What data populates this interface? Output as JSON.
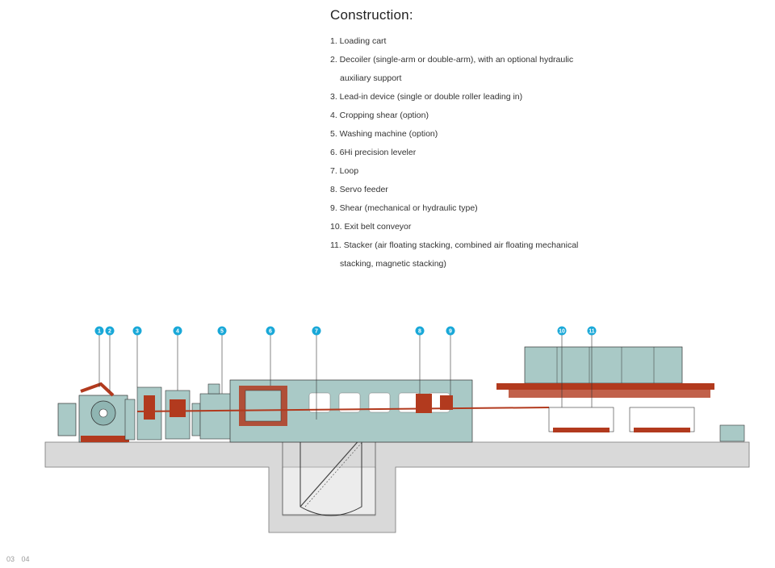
{
  "heading": "Construction:",
  "items": [
    {
      "line1": "1. Loading cart",
      "line2": ""
    },
    {
      "line1": "2. Decoiler (single-arm or double-arm), with an optional hydraulic",
      "line2": "auxiliary support"
    },
    {
      "line1": "3. Lead-in device (single or double roller leading in)",
      "line2": ""
    },
    {
      "line1": "4. Cropping shear (option)",
      "line2": ""
    },
    {
      "line1": "5. Washing machine (option)",
      "line2": ""
    },
    {
      "line1": "6. 6Hi precision leveler",
      "line2": ""
    },
    {
      "line1": "7. Loop",
      "line2": ""
    },
    {
      "line1": "8. Servo feeder",
      "line2": ""
    },
    {
      "line1": "9. Shear (mechanical or hydraulic type)",
      "line2": ""
    },
    {
      "line1": "10. Exit belt conveyor",
      "line2": ""
    },
    {
      "line1": "11. Stacker (air floating stacking, combined air floating mechanical",
      "line2": "stacking, magnetic stacking)"
    }
  ],
  "callouts": [
    "1",
    "2",
    "3",
    "4",
    "5",
    "6",
    "7",
    "8",
    "9",
    "10",
    "11"
  ],
  "page_numbers": [
    "03",
    "04"
  ],
  "colors": {
    "callout": "#19a8d8",
    "machine_body": "#a9c9c6",
    "machine_red": "#b23a1e",
    "ground": "#d9d9d9",
    "line_dark": "#2a2a2a"
  }
}
